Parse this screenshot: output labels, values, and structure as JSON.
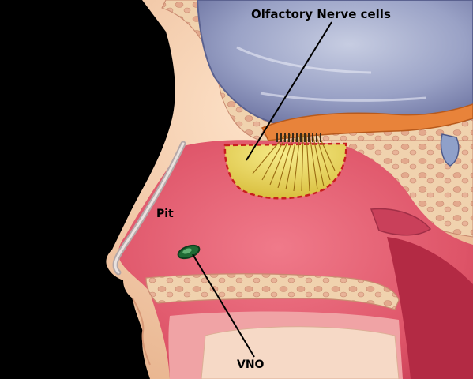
{
  "labels": {
    "olfactory": "Olfactory Nerve cells",
    "pit": "Pit",
    "vno": "VNO"
  },
  "colors": {
    "background": "#000000",
    "skin": "#f2c8a4",
    "brain": "#8a91b8",
    "nasal_cavity": "#e05c6c",
    "epithelium": "#e8d058",
    "nerve": "#e8833a",
    "bone": "#f0d2ae",
    "vno": "#1f6a34"
  }
}
